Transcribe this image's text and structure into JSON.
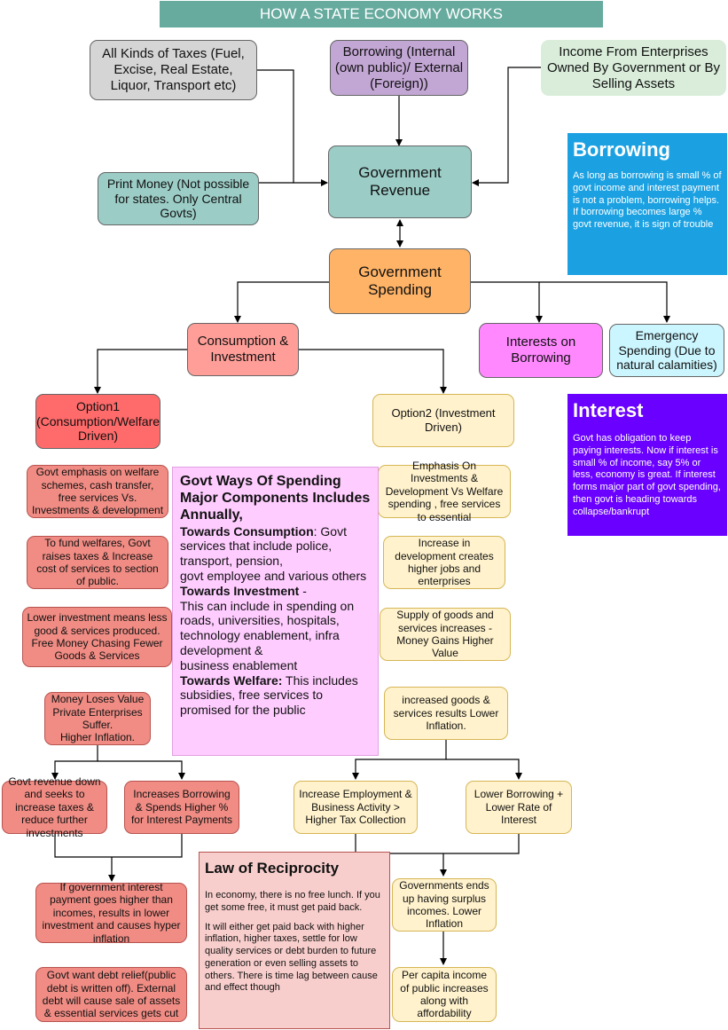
{
  "title": "HOW A STATE ECONOMY WORKS",
  "colors": {
    "title_bar": "#67AB9F",
    "grey": "#D5D5D5",
    "lavender": "#C2A6D4",
    "mint": "#D9EDDA",
    "teal": "#9BCCC6",
    "orange": "#FFB366",
    "salmon": "#FF9E98",
    "magenta": "#FF88FF",
    "cyan": "#CCF6FF",
    "red": "#FF6A6A",
    "cream": "#FFF2CC",
    "pink_panel": "#FFCCFF",
    "blue_panel": "#1BA1E2",
    "purple_panel": "#6A00FF",
    "law_panel": "#F8CECC"
  },
  "nodes": {
    "taxes": "All Kinds of Taxes (Fuel, Excise, Real Estate, Liquor, Transport etc)",
    "borrowing_src": "Borrowing (Internal (own public)/ External (Foreign))",
    "income_enterprises": "Income From Enterprises Owned By Government or By Selling Assets",
    "print_money": "Print Money (Not possible for states. Only Central Govts)",
    "gov_revenue": "Government Revenue",
    "gov_spending": "Government Spending",
    "consumption_investment": "Consumption & Investment",
    "interests_borrowing": "Interests on Borrowing",
    "emergency": "Emergency Spending (Due to natural calamities)",
    "option1": "Option1 (Consumption/Welfare Driven)",
    "option2": "Option2 (Investment Driven)",
    "o1_step1": "Govt emphasis on welfare schemes, cash transfer, free services Vs. Investments & development",
    "o1_step2": "To fund welfares, Govt raises taxes & Increase cost of services to section of public.",
    "o1_step3": "Lower investment means less good & services produced. Free Money Chasing Fewer Goods & Services",
    "o1_step4": "Money Loses Value\nPrivate Enterprises Suffer.\nHigher Inflation.",
    "o1_left": "Govt revenue down and seeks to increase taxes & reduce further investments",
    "o1_right": "Increases Borrowing  & Spends Higher % for Interest Payments",
    "o1_step5": "If government interest payment goes higher than incomes, results in lower investment and causes hyper inflation",
    "o1_step6": "Govt want debt relief(public debt is written off). External debt will cause sale of assets & essential services gets cut",
    "o2_step1": "Emphasis On Investments & Development Vs  Welfare spending , free services to essential",
    "o2_step2": "Increase in development creates higher jobs and enterprises",
    "o2_step3": "Supply of goods and services increases - Money Gains Higher Value",
    "o2_step4": "increased goods & services results Lower Inflation.",
    "o2_left": "Increase Employment & Business Activity > Higher Tax Collection",
    "o2_right": "Lower Borrowing + Lower Rate of Interest",
    "o2_step5": "Governments ends up having surplus incomes. Lower Inflation",
    "o2_step6": "Per capita income of public increases along with affordability"
  },
  "panels": {
    "borrowing": {
      "heading": "Borrowing",
      "text": "As long as borrowing is small % of govt income and interest payment is not a problem, borrowing helps. If borrowing becomes large % govt revenue, it is sign of trouble"
    },
    "interest": {
      "heading": "Interest",
      "text": "Govt has obligation to keep paying interests. Now if interest is small % of income, say 5% or less, economy is great. If interest forms major part of govt spending, then govt is heading towards collapse/bankrupt"
    },
    "spending": {
      "heading": "Govt Ways Of Spending Major  Components Includes Annually,",
      "consumption_label": "Towards Consumption",
      "consumption_text": ": Govt services that include police, transport, pension,\ngovt employee and various others",
      "investment_label": "Towards Investment",
      "investment_text": " -\nThis can include in spending on roads, universities, hospitals, technology enablement, infra development &\nbusiness enablement",
      "welfare_label": "Towards Welfare:",
      "welfare_text": " This includes subsidies, free services to promised for the public"
    },
    "law": {
      "heading": "Law of Reciprocity",
      "para1": "In economy, there is no free lunch. If you get some free, it must get paid back.",
      "para2": "It will either get paid back with higher inflation, higher taxes, settle for low quality services or debt burden to future generation or even selling assets to others. There is time lag between cause and effect though"
    }
  }
}
